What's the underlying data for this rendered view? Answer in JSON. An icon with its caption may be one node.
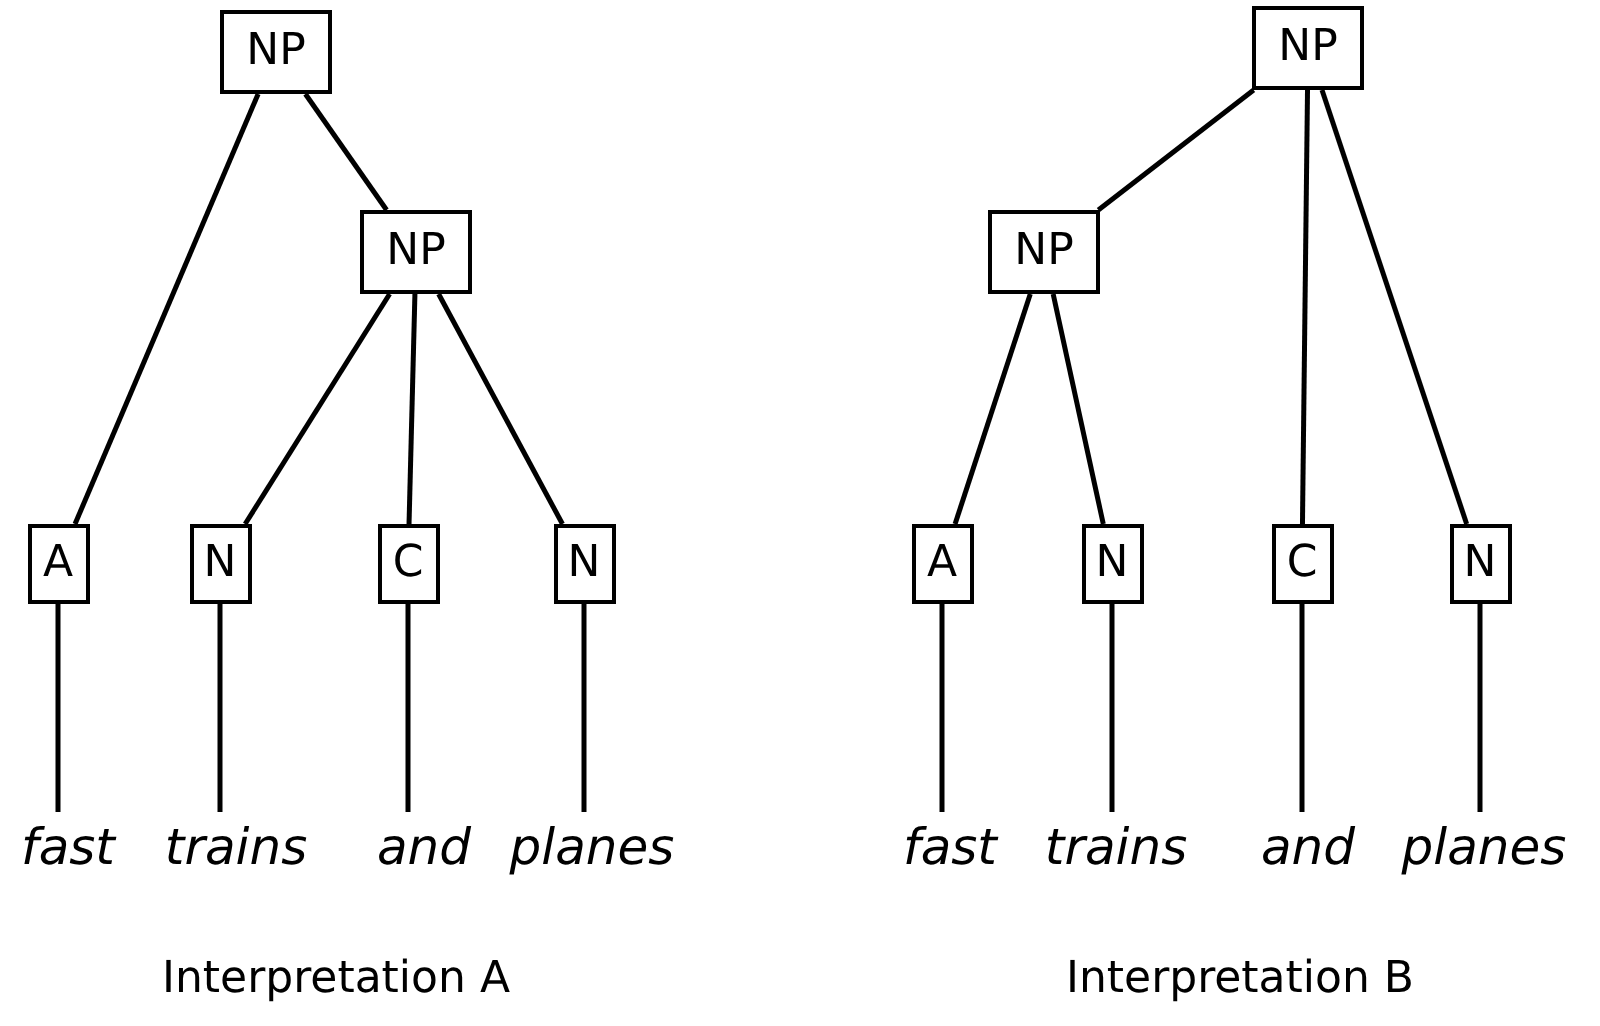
{
  "diagram": {
    "nodes": [
      {
        "text": [
          "NP"
        ]
      },
      {
        "text": [
          "NP"
        ]
      },
      {
        "text": [
          "A"
        ]
      },
      {
        "text": [
          "N"
        ]
      },
      {
        "text": [
          "C"
        ]
      },
      {
        "text": [
          "N"
        ]
      },
      {
        "text": [
          "fast"
        ]
      },
      {
        "text": [
          "trains"
        ]
      },
      {
        "text": [
          "and"
        ]
      },
      {
        "text": [
          "planes"
        ]
      },
      {
        "text": [
          "NP"
        ]
      },
      {
        "text": [
          "NP"
        ]
      },
      {
        "text": [
          "A"
        ]
      },
      {
        "text": [
          "N"
        ]
      },
      {
        "text": [
          "C"
        ]
      },
      {
        "text": [
          "N"
        ]
      },
      {
        "text": [
          "fast"
        ]
      },
      {
        "text": [
          "trains"
        ]
      },
      {
        "text": [
          "and"
        ]
      },
      {
        "text": [
          "planes"
        ]
      }
    ],
    "edges": [
      {
        "from": 0,
        "to": 2,
        "arrow": "none"
      },
      {
        "from": 0,
        "to": 1,
        "arrow": "none"
      },
      {
        "from": 1,
        "to": 3,
        "arrow": "none"
      },
      {
        "from": 1,
        "to": 4,
        "arrow": "none"
      },
      {
        "from": 1,
        "to": 5,
        "arrow": "none"
      },
      {
        "from": 2,
        "to": 6,
        "arrow": "none"
      },
      {
        "from": 3,
        "to": 7,
        "arrow": "none"
      },
      {
        "from": 4,
        "to": 8,
        "arrow": "none"
      },
      {
        "from": 5,
        "to": 9,
        "arrow": "none"
      },
      {
        "from": 10,
        "to": 11,
        "arrow": "none"
      },
      {
        "from": 10,
        "to": 14,
        "arrow": "none"
      },
      {
        "from": 10,
        "to": 15,
        "arrow": "none"
      },
      {
        "from": 11,
        "to": 12,
        "arrow": "none"
      },
      {
        "from": 11,
        "to": 13,
        "arrow": "none"
      },
      {
        "from": 12,
        "to": 16,
        "arrow": "none"
      },
      {
        "from": 13,
        "to": 17,
        "arrow": "none"
      },
      {
        "from": 14,
        "to": 18,
        "arrow": "none"
      },
      {
        "from": 15,
        "to": 19,
        "arrow": "none"
      }
    ],
    "labels": [
      "Interpretation A",
      "Interpretation B"
    ]
  }
}
